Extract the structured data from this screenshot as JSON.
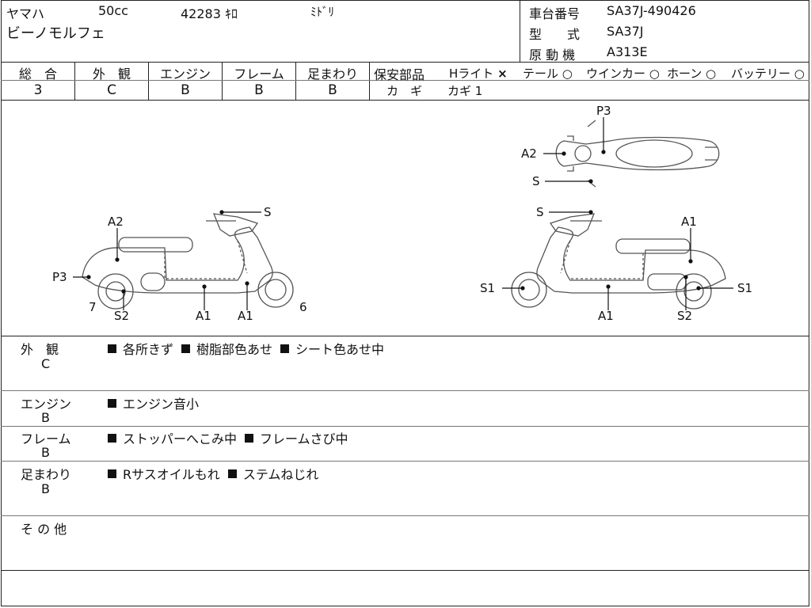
{
  "header": {
    "maker": "ヤマハ",
    "displacement": "50cc",
    "mileage": "42283 ｷﾛ",
    "color": "ﾐﾄﾞﾘ",
    "model_name": "ビーノモルフェ",
    "frame_no_label": "車台番号",
    "frame_no": "SA37J-490426",
    "type_label": "型　　式",
    "type_value": "SA37J",
    "engine_label": "原 動 機",
    "engine_value": "A313E"
  },
  "grades": {
    "overall_label": "総　合",
    "overall": "3",
    "exterior_label": "外　観",
    "exterior": "C",
    "engine_label": "エンジン",
    "engine": "B",
    "frame_label": "フレーム",
    "frame": "B",
    "suspension_label": "足まわり",
    "suspension": "B"
  },
  "safety": {
    "label": "保安部品",
    "items": [
      {
        "name": "Hライト",
        "status": "×"
      },
      {
        "name": "テール",
        "status": "○"
      },
      {
        "name": "ウインカー",
        "status": "○"
      },
      {
        "name": "ホーン",
        "status": "○"
      },
      {
        "name": "バッテリー",
        "status": "○"
      }
    ],
    "key_label": "カ　ギ",
    "key_value": "カギ 1"
  },
  "diagram": {
    "left_labels": [
      "S",
      "A2",
      "P3",
      "7",
      "S2",
      "A1",
      "A1",
      "6"
    ],
    "right_labels": [
      "S",
      "A1",
      "S1",
      "A1",
      "S2",
      "S1"
    ],
    "top_labels": [
      "P3",
      "A2",
      "S"
    ]
  },
  "notes": [
    {
      "category": "外　観",
      "grade": "C",
      "items": [
        "各所きず",
        "樹脂部色あせ",
        "シート色あせ中"
      ]
    },
    {
      "category": "エンジン",
      "grade": "B",
      "items": [
        "エンジン音小"
      ]
    },
    {
      "category": "フレーム",
      "grade": "B",
      "items": [
        "ストッパーへこみ中",
        "フレームさび中"
      ]
    },
    {
      "category": "足まわり",
      "grade": "B",
      "items": [
        "Rサスオイルもれ",
        "ステムねじれ"
      ]
    },
    {
      "category": "そ の 他",
      "grade": "",
      "items": []
    }
  ]
}
